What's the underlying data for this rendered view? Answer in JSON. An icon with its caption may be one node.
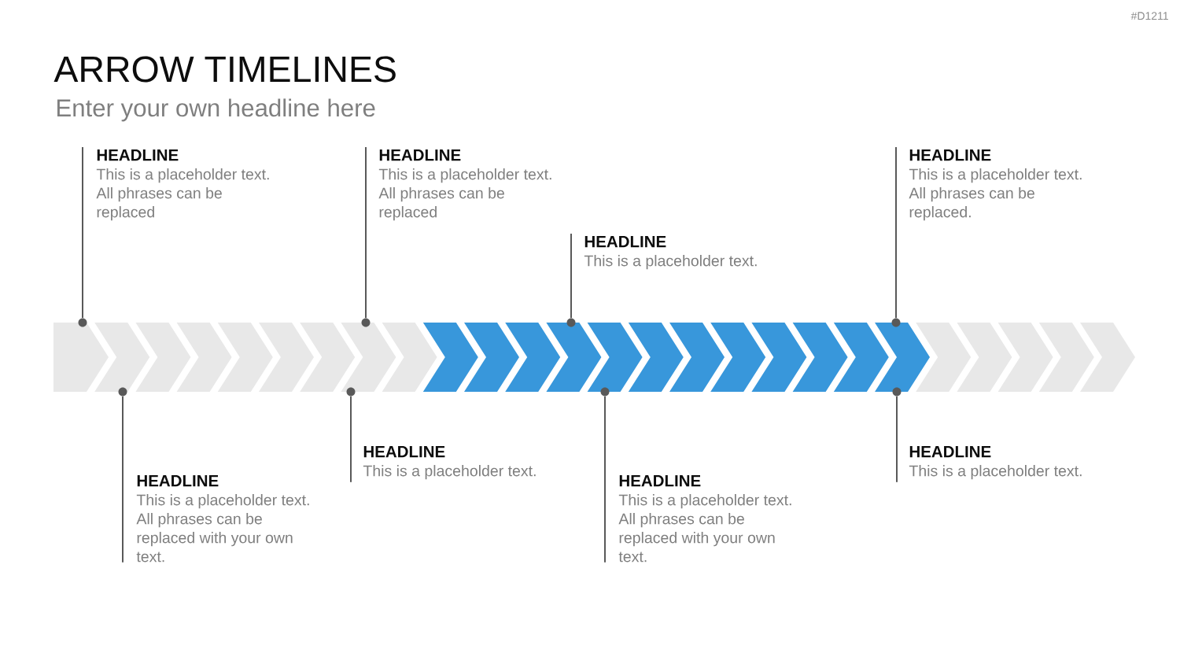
{
  "diagram": {
    "title": "ARROW TIMELINES",
    "nodes": [
      {
        "text": [
          "HEADLINE",
          "This is a placeholder text. All phrases can be replaced"
        ]
      },
      {
        "text": [
          "HEADLINE",
          "This is a placeholder text. All phrases can be replaced with your own text."
        ]
      },
      {
        "text": [
          "HEADLINE",
          "This is a placeholder text."
        ]
      },
      {
        "text": [
          "HEADLINE",
          "This is a placeholder text. All phrases can be replaced"
        ]
      },
      {
        "text": [
          "HEADLINE",
          "This is a placeholder text."
        ]
      },
      {
        "text": [
          "HEADLINE",
          "This is a placeholder text. All phrases can be replaced with your own text."
        ]
      },
      {
        "text": [
          "HEADLINE",
          "This is a placeholder text. All phrases can be replaced."
        ]
      },
      {
        "text": [
          "HEADLINE",
          "This is a placeholder text."
        ]
      },
      {
        "text": [],
        "shape": "band"
      },
      {
        "text": [],
        "shape": "circle"
      },
      {
        "text": [],
        "shape": "circle"
      },
      {
        "text": [],
        "shape": "circle"
      },
      {
        "text": [],
        "shape": "circle"
      },
      {
        "text": [],
        "shape": "circle"
      },
      {
        "text": [],
        "shape": "circle"
      },
      {
        "text": [],
        "shape": "circle"
      },
      {
        "text": [],
        "shape": "circle"
      }
    ],
    "edges": [
      {
        "from": 0,
        "to": 9,
        "arrow": "none"
      },
      {
        "from": 1,
        "to": 10,
        "arrow": "none"
      },
      {
        "from": 2,
        "to": 11,
        "arrow": "none"
      },
      {
        "from": 3,
        "to": 12,
        "arrow": "none"
      },
      {
        "from": 4,
        "to": 13,
        "arrow": "none"
      },
      {
        "from": 5,
        "to": 14,
        "arrow": "none"
      },
      {
        "from": 6,
        "to": 15,
        "arrow": "none"
      },
      {
        "from": 7,
        "to": 16,
        "arrow": "none"
      }
    ],
    "labels": [
      "#D1211",
      "Enter your own headline here"
    ]
  }
}
